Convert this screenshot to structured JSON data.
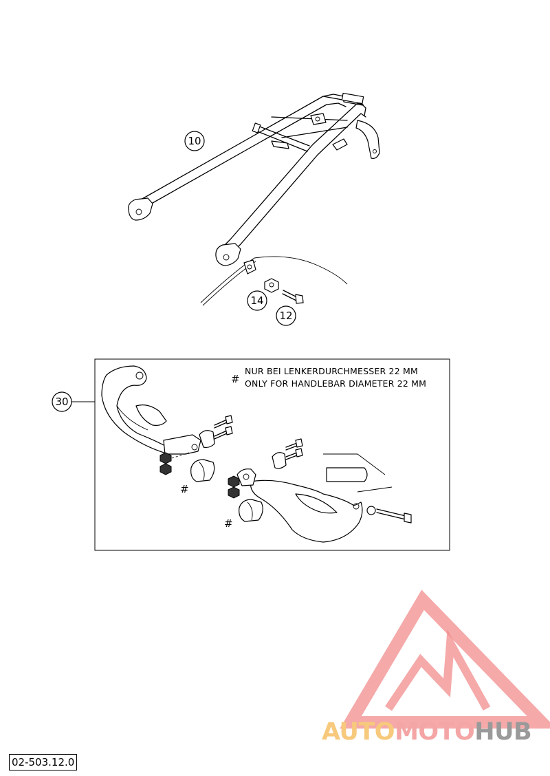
{
  "callouts": {
    "rack": "10",
    "bolt": "12",
    "nut": "14",
    "handguard_kit": "30"
  },
  "note": {
    "symbol": "#",
    "line_de": "NUR BEI LENKERDURCHMESSER 22 MM",
    "line_en": "ONLY FOR HANDLEBAR DIAMETER 22 MM"
  },
  "markers": [
    "#",
    "#"
  ],
  "drawing_code": "02-503.12.0",
  "logo": {
    "part1": "AUTO",
    "part2": "MOTO",
    "part3": "HUB",
    "colors": {
      "auto": "#f7c97c",
      "moto": "#f4a5a5",
      "hub": "#9a9a9a",
      "triangle": "#f28c8c"
    }
  }
}
